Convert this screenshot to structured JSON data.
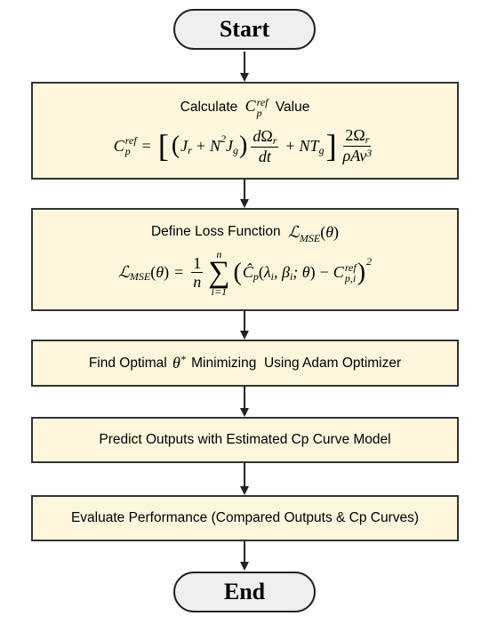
{
  "start_label": "Start",
  "end_label": "End",
  "steps": [
    {
      "label_prefix": "Calculate ",
      "label_suffix": " Value"
    },
    {
      "label_prefix": "Define Loss Function "
    },
    {
      "label_prefix": "Find Optimal ",
      "label_suffix": " Minimizing  Using Adam Optimizer"
    },
    {
      "label": "Predict Outputs with Estimated Cp Curve Model"
    },
    {
      "label": "Evaluate Performance (Compared Outputs & Cp Curves)"
    }
  ],
  "colors": {
    "box_fill": "#fdf6dd",
    "terminal_fill": "#efefef",
    "stroke": "#222222"
  }
}
